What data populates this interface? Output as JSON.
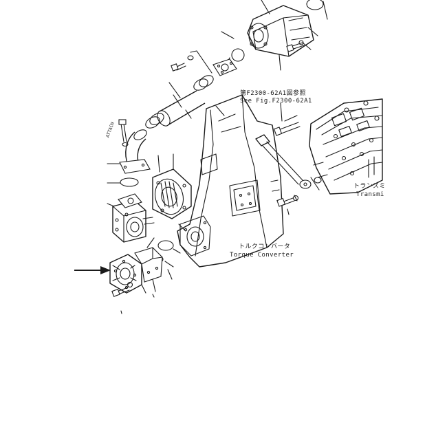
{
  "callouts": {
    "ref_jp": "第F2300-62A1図参照",
    "ref_en": "See Fig.F2300-62A1",
    "torque_jp": "トルクコンバータ",
    "torque_en": "Torque Converter",
    "trans_jp": "トランスミ",
    "trans_en": "Transmi"
  },
  "colors": {
    "line": "#1a1a1a",
    "background": "#ffffff"
  },
  "indicator": "arrow-pointing-to-pump"
}
